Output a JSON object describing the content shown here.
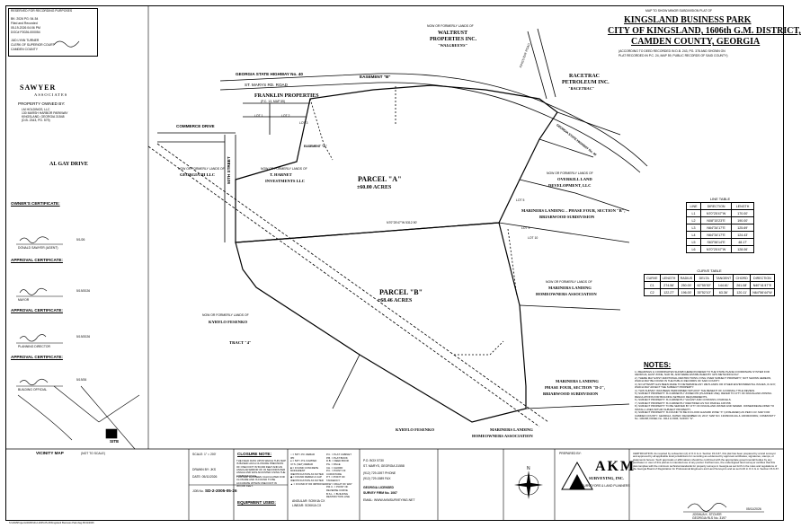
{
  "stamp": {
    "header": "RESERVED FOR RECORDING PURPOSES",
    "lines": [
      "BK: 2026 PG: 54-54",
      "Filed and Recorded",
      "05-19-2026 04:06 PM",
      "DOC# P2026-000054",
      "JUD LYNN TURNER",
      "CLERK OF SUPERIOR COURT",
      "CAMDEN COUNTY"
    ]
  },
  "title_block": {
    "subtitle": "MAP TO SHOW MINOR SUBDIVISION PLAT OF",
    "line1": "KINGSLAND BUSINESS PARK",
    "line2": "CITY OF KINGSLAND, 1606th G.M. DISTRICT,",
    "line3": "CAMDEN COUNTY, GEORGIA",
    "note1": "(ACCORDING TO DEED RECORDED IN D.B. 243, PG. 378 AND SHOWN ON",
    "note2": "PLAT RECORDED IN P.C. 24, MAP 59, PUBLIC RECORDS OF SAID COUNTY)"
  },
  "sawyer": {
    "name": "SAWYER",
    "sub": "ASSOCIATES",
    "owned_by": "PROPERTY OWNED BY:",
    "owner": "LM HOLDINGS, LLC",
    "addr1": "130 MARSH HARBOR PARKWAY",
    "addr2": "KINGSLAND, GEORGIA 31548",
    "ref": "(D.B. 2343, PG. 579)"
  },
  "certs": [
    {
      "title": "OWNER'S CERTIFICATE:",
      "sig_label": "DONALD SAWYER (AGENT)",
      "date": "5/1/26"
    },
    {
      "title": "APPROVAL CERTIFICATE:",
      "sig_label": "MAYOR",
      "date": "5/19/2026"
    },
    {
      "title": "APPROVAL CERTIFICATE:",
      "sig_label": "PLANNING DIRECTOR",
      "date": "5/19/2026"
    },
    {
      "title": "APPROVAL CERTIFICATE:",
      "sig_label": "BUILDING OFFICIAL",
      "date": "5/19/26"
    }
  ],
  "map": {
    "ga_highway": "GEORGIA STATE HIGHWAY No. 40",
    "st_marys_road": "ST. MARYS RD. ROAD",
    "franklin": "FRANKLIN PROPERTIES",
    "franklin_sub": "(P.C. 13, MAP 59)",
    "waltrust_1": "NOW OR FORMERLY LANDS OF",
    "waltrust_2": "WALTRUST",
    "waltrust_3": "PROPERTIES INC.",
    "walgreens": "\"WALGREENS\"",
    "kings_bay": "KINGS BAY ROAD",
    "racetrac_1": "RACETRAC",
    "racetrac_2": "PETROLEUM INC.",
    "racetrac_3": "\"RACETRAC\"",
    "ga40_side": "GEORGIA STATE HIGHWAY No. 40",
    "commerce": "COMMERCE DRIVE",
    "al_gay": "AL GAY DRIVE",
    "fiftieth": "50TH STREET",
    "georgia_iii_1": "NOW OR FORMERLY LANDS OF",
    "georgia_iii_2": "GEORGIA III LLC",
    "hammet_1": "NOW OR FORMERLY LANDS OF",
    "hammet_2": "T. HARNET",
    "hammet_3": "INVESTMENTS LLC",
    "parcel_a": "PARCEL \"A\"",
    "parcel_a_area": "±60.00 ACRES",
    "parcel_b": "PARCEL \"B\"",
    "parcel_b_area": "±68.46 ACRES",
    "overkill_1": "NOW OR FORMERLY LANDS OF",
    "overkill_2": "OVERKILL LAND",
    "overkill_3": "DEVELOPMENT, LLC",
    "mariners_b_1": "MARINERS LANDING – PHASE FOUR, SECTION \"B\",",
    "mariners_b_2": "BRIARWOOD SUBDIVISION",
    "mariners_hoa_1": "NOW OR FORMERLY LANDS OF",
    "mariners_hoa_2": "MARINERS LANDING",
    "mariners_hoa_3": "HOMEOWNERS ASSOCIATION",
    "mariners_d_1": "MARINERS LANDING",
    "mariners_d_2": "PHASE FOUR, SECTION \"D-2\",",
    "mariners_d_3": "BRIARWOOD SUBDIVISION",
    "mariners_hoa2_2": "MARINERS LANDING",
    "mariners_hoa2_3": "HOMEOWNERS ASSOCIATION",
    "kyrylo_1": "NOW OR FORMERLY LANDS OF",
    "kyrylo_2": "KYRYLO FESENKO",
    "kyrylo_b_2": "KYRYLO FESENKO",
    "tract4": "TRACT \"4\"",
    "easement_b": "EASEMENT \"B\"",
    "easement_a": "EASEMENT \"A\"",
    "brg_a_top": "N70°25'47\"W 5312.90'",
    "brg_b_top": "N70°25'47\"W",
    "lot1": "LOT 1",
    "lot2": "LOT 2",
    "lot3": "LOT 3",
    "lot5": "LOT 5",
    "lot9": "LOT 9",
    "lot10": "LOT 10"
  },
  "line_table": {
    "title": "LINE TABLE",
    "headers": [
      "LINE",
      "DIRECTION",
      "LENGTH"
    ],
    "rows": [
      [
        "L1",
        "N70°25'47\"W",
        "170.00'"
      ],
      [
        "L2",
        "N08°15'23\"E",
        "190.00'"
      ],
      [
        "L3",
        "N64°34'17\"E",
        "125.69'"
      ],
      [
        "L4",
        "N64°34'17\"E",
        "124.43'"
      ],
      [
        "L5",
        "S63°56'14\"E",
        "48.17'"
      ],
      [
        "L6",
        "N70°25'47\"W",
        "128.06'"
      ]
    ]
  },
  "curve_table": {
    "title": "CURVE TABLE",
    "headers": [
      "CURVE",
      "LENGTH",
      "RADIUS",
      "DELTA",
      "TANGENT",
      "CHORD",
      "DIRECTION"
    ],
    "rows": [
      [
        "C1",
        "274.56'",
        "250.00'",
        "62°55'30\"",
        "144.61'",
        "261.08'",
        "N40°41'47\"E"
      ],
      [
        "C2",
        "122.27'",
        "196.00'",
        "35°52'10\"",
        "63.36'",
        "120.11'",
        "N64°56'44\"W"
      ]
    ]
  },
  "notes": {
    "title": "NOTES:",
    "items": [
      "1.) BEARINGS & COORDINATES SHOWN HEREON REFER TO THE STATE PLANE COORDINATE SYSTEM FOR GEORGIA, EAST ZONE, NAD 83, AND WERE ESTABLISHED BY GPS METHODOLOGY.",
      "2.) THERE MAY EXIST ADDITIONAL RESTRICTIONS LYING OVER SUBJECT PROPERTY, NOT SHOWN HEREON, WHICH MAY BE FOUND IN THE PUBLIC RECORDS OF SAID COUNTY.",
      "3.) NO ATTEMPT HAS BEEN MADE TO DETERMINE ANY WETLANDS OR OTHER ENVIRONMENTAL ISSUES, IF ANY, WHICH MAY AFFECT THE SUBJECT PROPERTY.",
      "4.) THIS SURVEY WAS BEEN PERFORMED WITHOUT THE BENEFIT OF A FORMAL TITLE REVIEW.",
      "5.) SUBJECT PROPERTY IS CURRENTLY ZONED PD (PLANNED USE); REFER TO CITY OF KINGSLAND ZONING REGULATIONS FOR BUILDING SETBACK REQUIREMENTS.",
      "6.) SUBJECT PROPERTY IS CURRENTLY VACANT AND CONTAINS 2 PARCELS.",
      "7.) SUBJECT PROPERTY IS CURRENTLY IDENTIFIED AS TAX PARCEL 108 058.",
      "8.) SUBJECT PROPERTY TO BE SERVED BY CITY OF KINGSLAND WATER AND SEWER. OWNER/DEVELOPER TO INSTALL LINES WITHIN SUBJECT PROPERTY.",
      "9.) SUBJECT PROPERTY IS FOUND TO BE IN FLOOD HAZARD ZONE \"X\" (UNSHADED) AS PER F.I.R. MAP FOR CAMDEN COUNTY, GEORGIA, DATED: DECEMBER 20, 2017; MAP NO. 13039C0414G & 13039C0306G; COMMUNITY No. 130238; PANEL No. 0414 & 0306; SUFFIX \"G\"."
    ]
  },
  "certification": {
    "text": "CERTIFICATION: As required by subsection (d) of O.C.G.A. Section 15-6-67, this plat has been prepared by a land surveyor and approved by all applicable local jurisdictions for recording as evidenced by approval certificates, signatures, stamps, or statements hereon. Such approvals or affirmations should be confirmed with the appropriate governmental bodies by any purchaser or user of this plat as to intended use of any parcel. Furthermore, the undersigned land surveyor certifies that this plat complies with the minimum technical standards for property surveys in Georgia as set forth in the rules and regulations of the Georgia Board of Registration for Professional Engineers and Land Surveyors and as set forth in O.C.G.A. Section 15-6-67.",
    "signer": "JOSHUA K. STOVER",
    "reg": "GEORGIA RLS No. 3197",
    "date": "05/11/2026"
  },
  "closure": {
    "title": "CLOSURE NOTE:",
    "text": "THE FIELD DATA UPON WHICH THIS MAP IS BASED HAS A CLOSURE PRECISION OF ONE FOOT IN 50,000 FEET AND AN ANGULAR ERROR OF 03 SECONDS PER ANGLE AND WAS ADJUSTED USING THE COMPASS RULE.",
    "text2": "THIS MAP HAS BEEN CALCULATED FOR CLOSURE AND IS FOUND TO BE ACCURATE WITHIN ONE FOOT IN 300,000 FEET.",
    "equipment": "EQUIPMENT USED:",
    "angular": "ANGULAR: SOKKIA CX",
    "linear": "LINEAR: SOKKIA CX"
  },
  "legend": {
    "items": [
      "○ = 5/8\" I.P.F. REBAR",
      "  IPF",
      "● = 5/8\" I.P.S./CAPPED",
      "  I.P.S. (SET) REBAR",
      "■ = FOUND CONCRETE MONUMENT",
      "  IDENTIFICATION AS NOTED",
      "◆ = FOUND REBAR & CAP",
      "  IDENTIFICATION AS NOTED",
      "▲ = FOUND IP OR IMPROVED"
    ],
    "abbr": [
      "P.C. = PLAT CABINET",
      "P.B. = PLAT BOOK",
      "D.B. = DEED BOOK",
      "PG. = PAGE",
      "CH. = CHORD",
      "P.C. = POINT OF CURVATURE",
      "P.T. = POINT OF TANGENCY",
      "R/W = RIGHT OF WAY",
      "P.R.C. = POINT OF REVERSE CURVE",
      "B.S.L. = BUILDING RESTRICTION LINE"
    ]
  },
  "company": {
    "po_box": "P.O. BOX 5730",
    "city": "ST. MARYS, GEORGIA 31558",
    "phone": "(912) 729-1597 PHONE",
    "fax": "(912) 729-1589 FAX",
    "firm_1": "GEORGIA LICENSED",
    "firm_2": "SURVEY FIRM No. 1067",
    "email": "EMAIL: WWW.AKMSURVEYING.NET",
    "prepared_by": "PREPARED BY:",
    "akm": "AKM",
    "surveying": "SURVEYING, INC.",
    "tagline": "SURVEYORS & LAND PLANNERS"
  },
  "drawing_info": {
    "scale_label": "SCALE: 1\" = 200'",
    "job_label": "JOB No.",
    "job": "SD-2-2005-05-26",
    "drawn": "DRAWN BY: JKS",
    "date": "DATE: 05/11/2026"
  },
  "vicinity": {
    "label": "VICINITY MAP",
    "nts": "(NOT TO SCALE)",
    "site": "SITE"
  },
  "footer": "S:\\AKM\\Projects\\2026\\SD-2-2005-05-26\\Kingsland Business Park.dwg  05/11/2026"
}
